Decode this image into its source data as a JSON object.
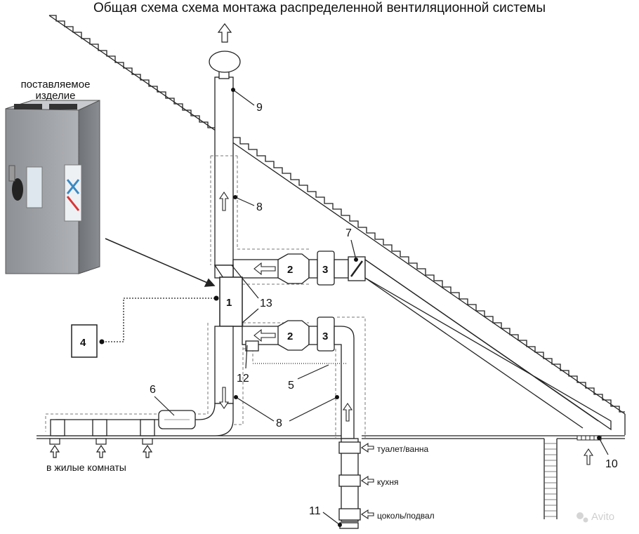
{
  "title": "Общая схема схема монтажа распределенной вентиляционной системы",
  "product_label_line1": "поставляемое",
  "product_label_line2": "изделие",
  "labels": {
    "n1": "1",
    "n2a": "2",
    "n2b": "2",
    "n3a": "3",
    "n3b": "3",
    "n4": "4",
    "n5": "5",
    "n6": "6",
    "n7": "7",
    "n8a": "8",
    "n8b": "8",
    "n9": "9",
    "n10": "10",
    "n11": "11",
    "n12": "12",
    "n13": "13"
  },
  "rooms_label": "в жилые комнаты",
  "intake_labels": {
    "toilet": "туалет/ванна",
    "kitchen": "кухня",
    "basement": "цоколь/подвал"
  },
  "watermark": "Avito"
}
